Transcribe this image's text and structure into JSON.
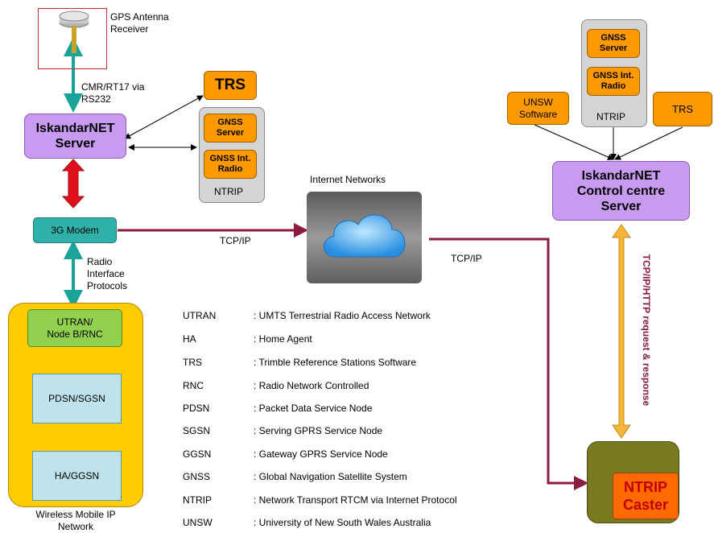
{
  "antenna": {
    "label": "GPS Antenna Receiver",
    "line1": "GPS Antenna",
    "line2": "Receiver"
  },
  "serial_link": {
    "line1": "CMR/RT17 via",
    "line2": "RS232"
  },
  "iskandar_server": {
    "line1": "IskandarNET",
    "line2": "Server"
  },
  "trs_left": "TRS",
  "ntrip_left": {
    "gnss_server_1": "GNSS",
    "gnss_server_2": "Server",
    "gnss_radio_1": "GNSS Int.",
    "gnss_radio_2": "Radio",
    "label": "NTRIP"
  },
  "modem": "3G Modem",
  "radio_protocols": {
    "line1": "Radio",
    "line2": "Interface",
    "line3": "Protocols"
  },
  "wireless": {
    "utran_1": "UTRAN/",
    "utran_2": "Node B/RNC",
    "pdsn": "PDSN/SGSN",
    "ha": "HA/GGSN",
    "caption_1": "Wireless Mobile IP",
    "caption_2": "Network"
  },
  "internet": {
    "label": "Internet Networks"
  },
  "tcp_left": "TCP/IP",
  "tcp_right": "TCP/IP",
  "ntrip_right": {
    "gnss_server_1": "GNSS",
    "gnss_server_2": "Server",
    "gnss_radio_1": "GNSS Int.",
    "gnss_radio_2": "Radio",
    "label": "NTRIP"
  },
  "unsw": {
    "line1": "UNSW",
    "line2": "Software"
  },
  "trs_right": "TRS",
  "control_centre": {
    "line1": "IskandarNET",
    "line2": "Control centre",
    "line3": "Server"
  },
  "http_link": "TCP/IP/HTTP request & response",
  "caster": {
    "line1": "NTRIP",
    "line2": "Caster"
  },
  "legend": [
    {
      "abbr": "UTRAN",
      "desc": ": UMTS Terrestrial Radio Access Network"
    },
    {
      "abbr": "HA",
      "desc": ": Home Agent"
    },
    {
      "abbr": "TRS",
      "desc": ": Trimble Reference Stations Software"
    },
    {
      "abbr": "RNC",
      "desc": ": Radio Network Controlled"
    },
    {
      "abbr": "PDSN",
      "desc": ": Packet Data Service Node"
    },
    {
      "abbr": "SGSN",
      "desc": ": Serving GPRS Service Node"
    },
    {
      "abbr": "GGSN",
      "desc": ": Gateway GPRS Service Node"
    },
    {
      "abbr": "GNSS",
      "desc": ": Global Navigation Satellite System"
    },
    {
      "abbr": "NTRIP",
      "desc": ": Network Transport RTCM via Internet Protocol"
    },
    {
      "abbr": "UNSW",
      "desc": ": University of New South Wales Australia"
    }
  ],
  "colors": {
    "teal_arrow": "#1aa39a",
    "maroon_link": "#8b1a3c",
    "red_arrow": "#e0101a",
    "orange_arrow": "#f4b63a",
    "purple_box": "#c79bf0",
    "orange_box": "#ff9900"
  }
}
